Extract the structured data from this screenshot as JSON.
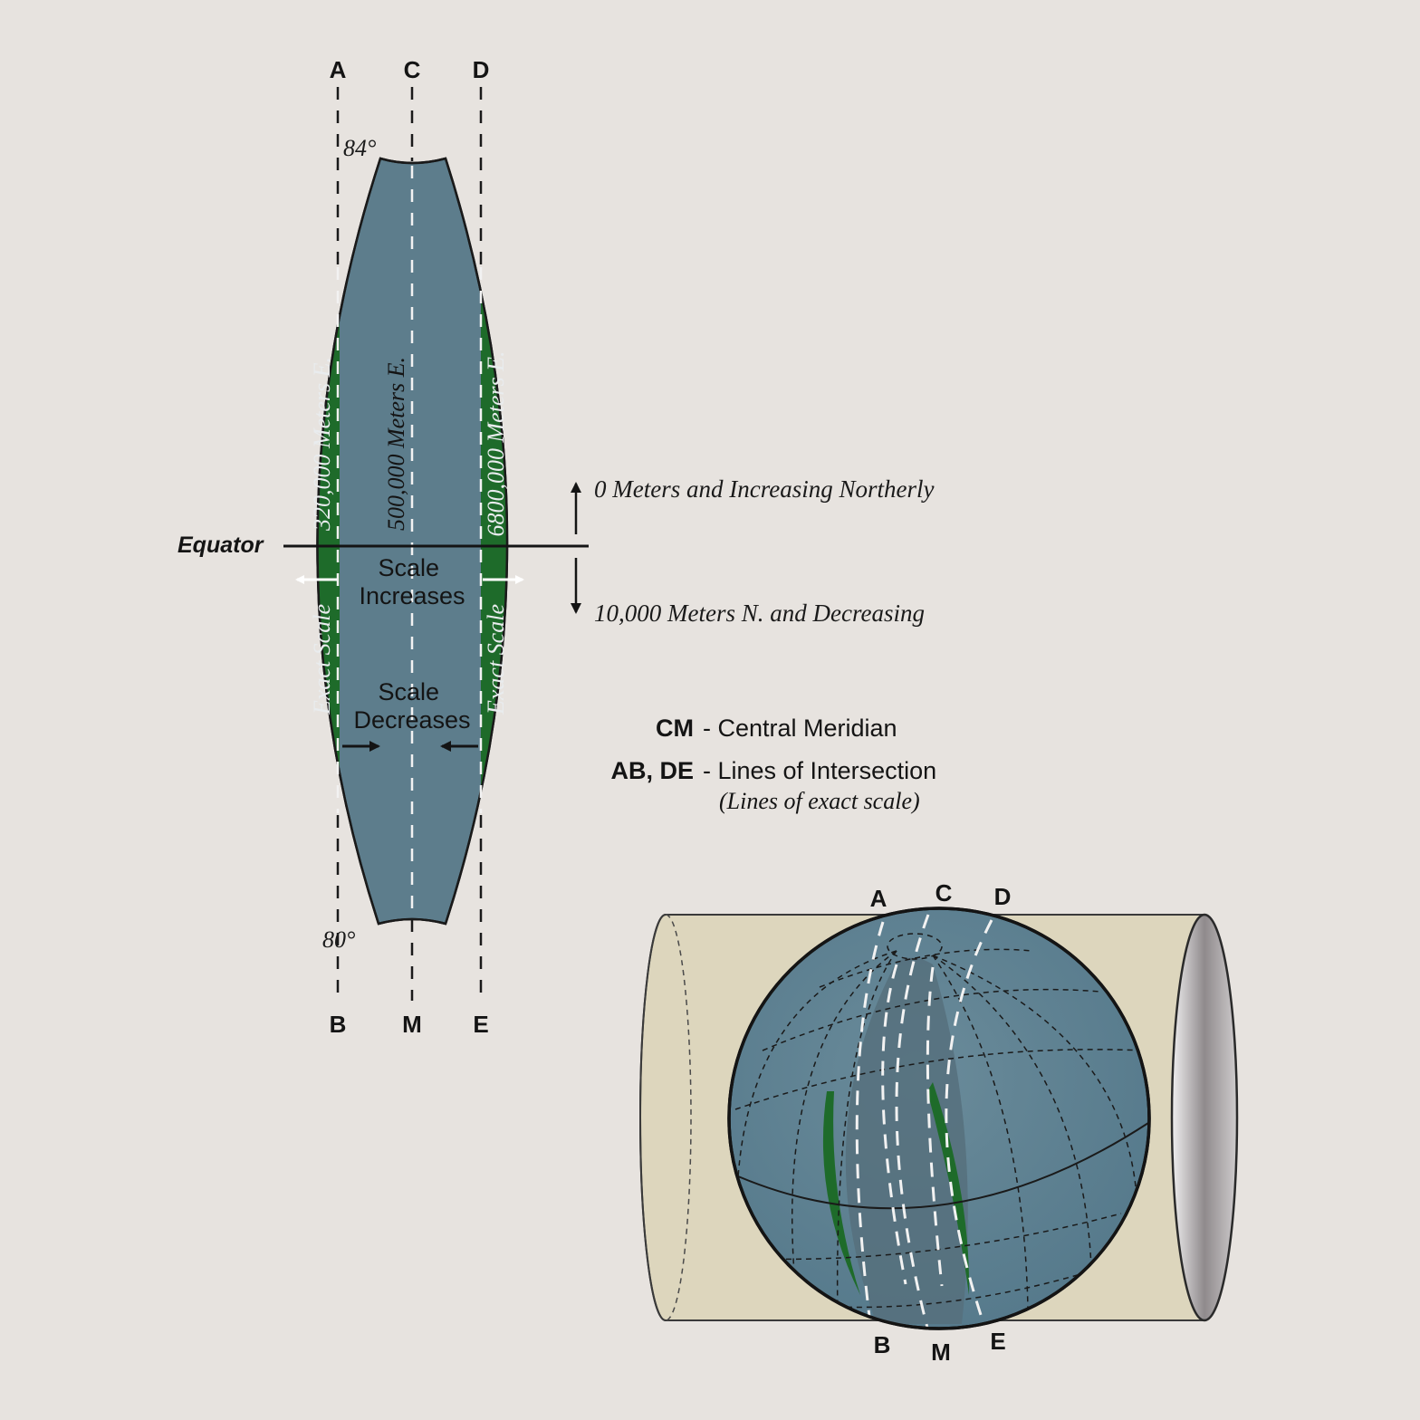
{
  "colors": {
    "background": "#e7e3df",
    "zone_blue": "#5d7d8c",
    "exact_scale_green": "#1e6b2a",
    "cylinder": "#ddd6bd",
    "ink": "#141414"
  },
  "zone": {
    "top_labels": {
      "a": "A",
      "c": "C",
      "d": "D"
    },
    "bottom_labels": {
      "b": "B",
      "m": "M",
      "e": "E"
    },
    "lat_north": "84°",
    "lat_south": "80°",
    "easting_left": "320,000 Meters E.",
    "easting_center": "500,000 Meters E.",
    "easting_right": "6800,000 Meters E.",
    "equator": "Equator",
    "exact_scale_left": "Exact Scale",
    "exact_scale_right": "Exact Scale",
    "scale_increases": [
      "Scale",
      "Increases"
    ],
    "scale_decreases": [
      "Scale",
      "Decreases"
    ],
    "north_note": "0 Meters and Increasing Northerly",
    "south_note": "10,000 Meters N. and Decreasing"
  },
  "legend": {
    "cm_abbr": "CM",
    "cm_text": "- Central Meridian",
    "ab_abbr": "AB, DE",
    "ab_text": "- Lines of Intersection",
    "ab_sub": "(Lines of exact scale)"
  },
  "globe": {
    "top_labels": {
      "a": "A",
      "c": "C",
      "d": "D"
    },
    "bottom_labels": {
      "b": "B",
      "m": "M",
      "e": "E"
    }
  }
}
